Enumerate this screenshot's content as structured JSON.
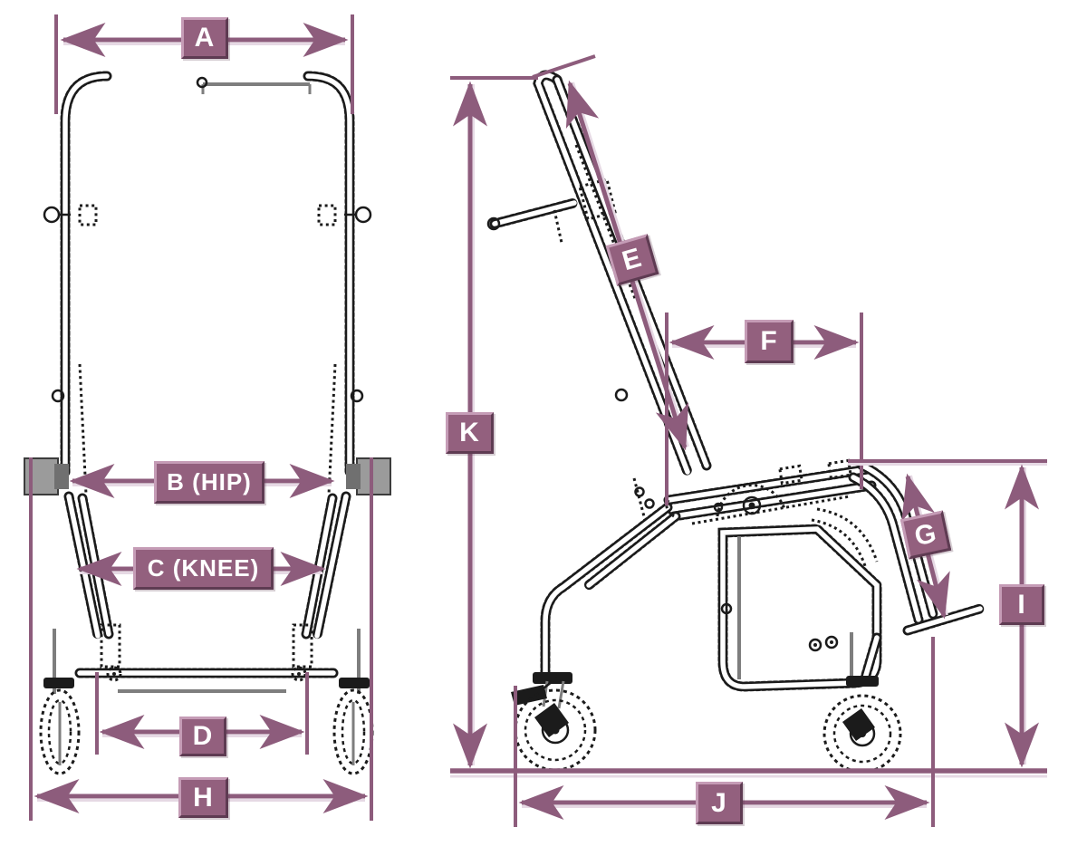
{
  "palette": {
    "accent": "#8d5c7c",
    "halo": "#e6d9e4",
    "line_art": "#1b1b1b",
    "label_fill": "#93607e",
    "label_border_light": "#c59cb6",
    "label_border_dark": "#5e3b52",
    "label_text": "#ffffff",
    "background": "#ffffff"
  },
  "dimensions": {
    "front_view": [
      {
        "id": "A",
        "label": "A"
      },
      {
        "id": "B",
        "label": "B (HIP)"
      },
      {
        "id": "C",
        "label": "C (KNEE)"
      },
      {
        "id": "D",
        "label": "D"
      },
      {
        "id": "H",
        "label": "H"
      }
    ],
    "side_view": [
      {
        "id": "K",
        "label": "K"
      },
      {
        "id": "E",
        "label": "E"
      },
      {
        "id": "F",
        "label": "F"
      },
      {
        "id": "G",
        "label": "G"
      },
      {
        "id": "I",
        "label": "I"
      },
      {
        "id": "J",
        "label": "J"
      }
    ]
  }
}
